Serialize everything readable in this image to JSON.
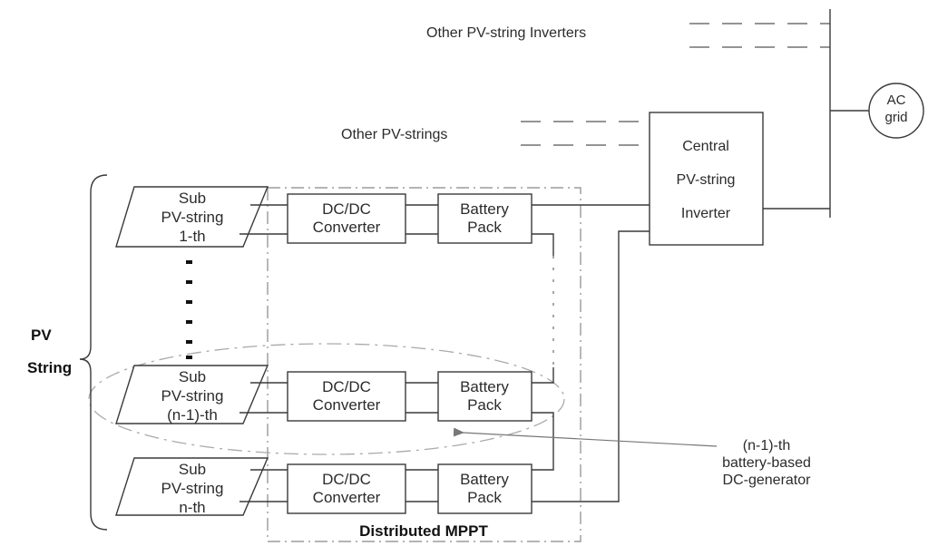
{
  "labels": {
    "other_inverters": "Other PV-string Inverters",
    "other_strings": "Other PV-strings",
    "ac_grid_line1": "AC",
    "ac_grid_line2": "grid",
    "central_line1": "Central",
    "central_line2": "PV-string",
    "central_line3": "Inverter",
    "pv_line1": "PV",
    "pv_line2": "String",
    "distributed_mppt": "Distributed MPPT",
    "callout_line1": "(n-1)-th",
    "callout_line2": "battery-based",
    "callout_line3": "DC-generator"
  },
  "rows": [
    {
      "sub": [
        "Sub",
        "PV-string",
        "1-th"
      ],
      "dcdc": [
        "DC/DC",
        "Converter"
      ],
      "battery": [
        "Battery",
        "Pack"
      ]
    },
    {
      "sub": [
        "Sub",
        "PV-string",
        "(n-1)-th"
      ],
      "dcdc": [
        "DC/DC",
        "Converter"
      ],
      "battery": [
        "Battery",
        "Pack"
      ]
    },
    {
      "sub": [
        "Sub",
        "PV-string",
        "n-th"
      ],
      "dcdc": [
        "DC/DC",
        "Converter"
      ],
      "battery": [
        "Battery",
        "Pack"
      ]
    }
  ]
}
